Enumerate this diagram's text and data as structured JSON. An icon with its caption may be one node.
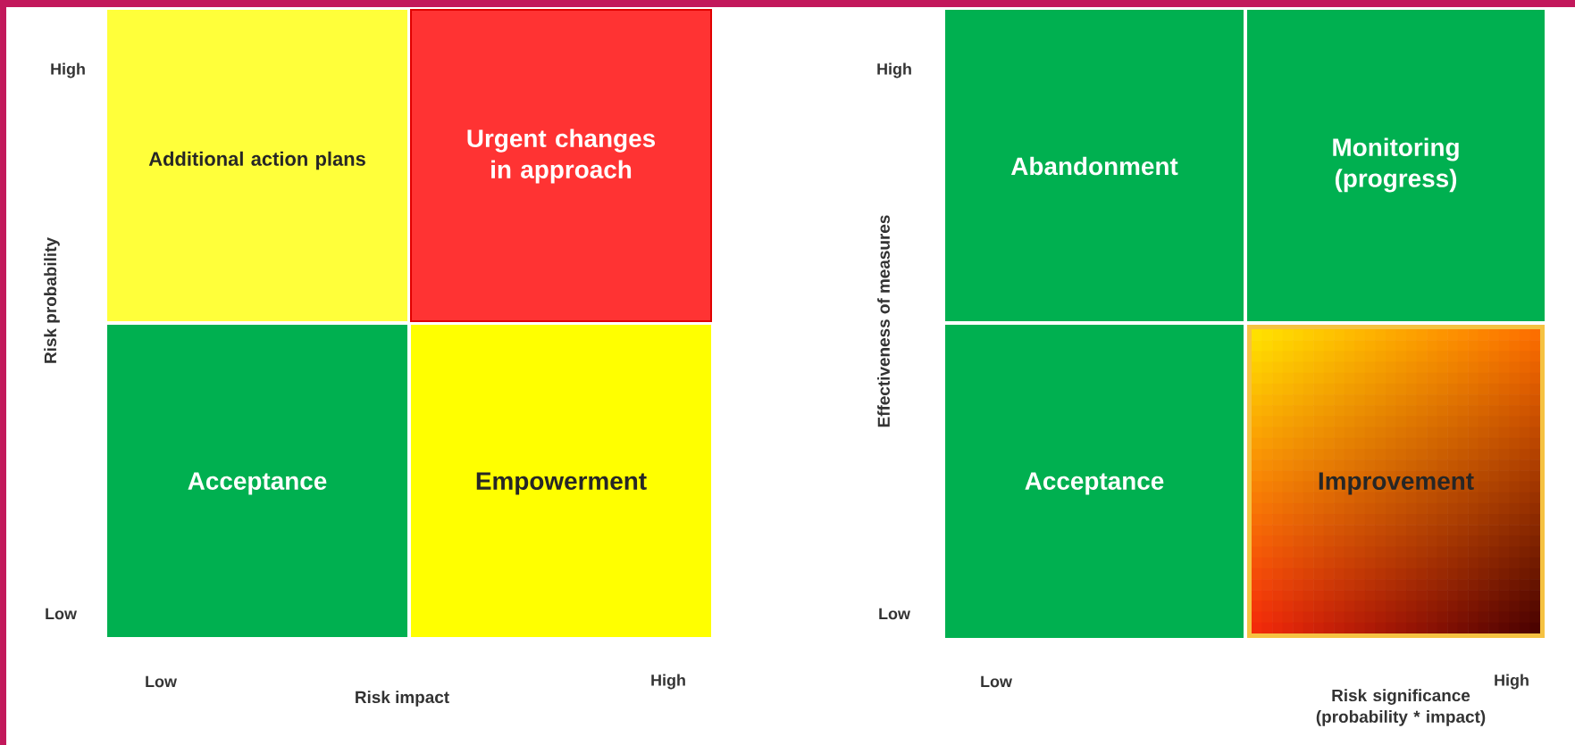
{
  "diagram": {
    "nodes": [
      {
        "text": [
          "Additional action plans"
        ]
      },
      {
        "text": [
          "Urgent changes in approach"
        ]
      },
      {
        "text": [
          "Acceptance"
        ]
      },
      {
        "text": [
          "Empowerment"
        ]
      },
      {
        "text": [
          "Abandonment"
        ]
      },
      {
        "text": [
          "Monitoring (progress)"
        ]
      },
      {
        "text": [
          "Acceptance"
        ]
      },
      {
        "text": [
          "Improvement"
        ]
      }
    ],
    "labels": [
      "High",
      "Risk probability",
      "Low",
      "Low",
      "Risk impact",
      "High",
      "High",
      "Effectiveness of measures",
      "Low",
      "Low",
      "Risk significance (probability * impact)",
      "High"
    ]
  }
}
